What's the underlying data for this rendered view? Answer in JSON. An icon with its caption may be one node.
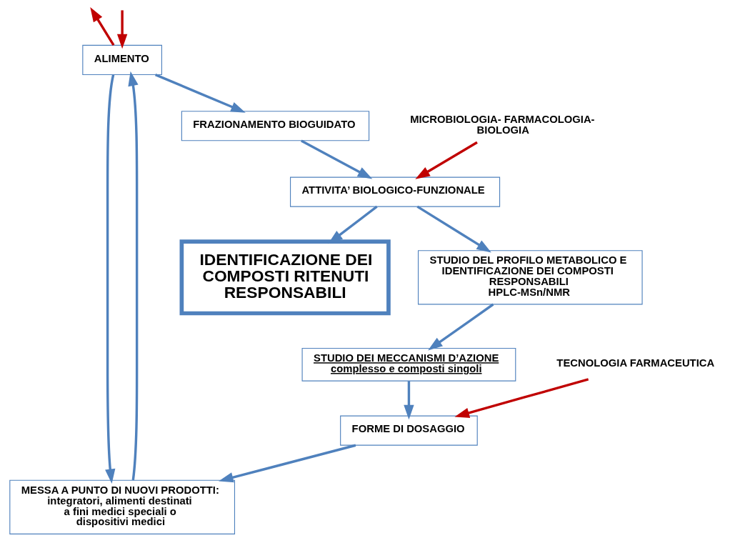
{
  "diagram": {
    "nodes": [
      {
        "text": [
          "ALIMENTO"
        ]
      },
      {
        "text": [
          "MESSA A PUNTO DI NUOVI PRODOTTI:",
          "integratori, alimenti destinati a fini medici speciali o dispositivi medici"
        ]
      },
      {
        "text": [
          "TECNOLOGIA FARMACEUTICA"
        ]
      },
      {
        "text": [
          "IDENTIFICAZIONE DEI COMPOSTI RITENUTI RESPONSABILI"
        ]
      },
      {
        "text": [
          "FRAZIONAMENTO BIOGUIDATO"
        ]
      },
      {
        "text": [
          "FORME DI DOSAGGIO"
        ]
      },
      {
        "text": [
          "STUDIO DEI MECCANISMI D’AZIONE",
          "complesso e composti singoli"
        ]
      },
      {
        "text": [
          "ATTIVITA’ BIOLOGICO-FUNZIONALE"
        ]
      },
      {
        "text": [
          "STUDIO DEL PROFILO METABOLICO E IDENTIFICAZIONE DEI COMPOSTI RESPONSABILI",
          "HPLC-MSn/NMR"
        ]
      },
      {
        "text": [
          "MICROBIOLOGIA- FARMACOLOGIA- BIOLOGIA"
        ]
      }
    ],
    "edges": [
      {
        "from": 0,
        "to": null,
        "arrow": "to",
        "color": "#c00000"
      },
      {
        "from": null,
        "to": 0,
        "arrow": "to",
        "color": "#c00000"
      },
      {
        "from": 0,
        "to": 1,
        "arrow": "to"
      },
      {
        "from": 1,
        "to": 0,
        "arrow": "to"
      },
      {
        "from": 2,
        "to": 5,
        "arrow": "to",
        "color": "#c00000"
      },
      {
        "from": 5,
        "to": 1,
        "arrow": "to"
      },
      {
        "from": 6,
        "to": 5,
        "arrow": "to"
      },
      {
        "from": 0,
        "to": 4,
        "arrow": "to"
      },
      {
        "from": 4,
        "to": 7,
        "arrow": "to"
      },
      {
        "from": 7,
        "to": 3,
        "arrow": "to"
      },
      {
        "from": 7,
        "to": 8,
        "arrow": "to"
      },
      {
        "from": 8,
        "to": 6,
        "arrow": "to"
      },
      {
        "from": 9,
        "to": 7,
        "arrow": "to",
        "color": "#c00000"
      }
    ]
  }
}
